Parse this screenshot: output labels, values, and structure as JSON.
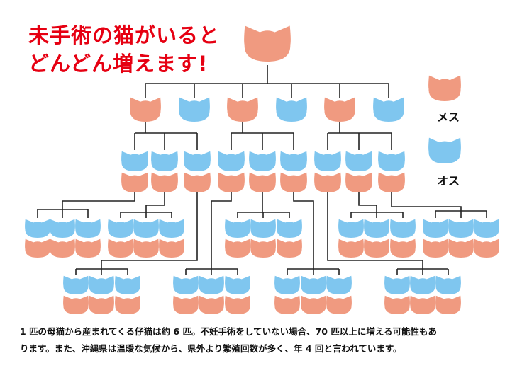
{
  "title": {
    "line1": "未手術の猫がいると",
    "line2": "どんどん増えます!"
  },
  "legend": {
    "female_label": "メス",
    "male_label": "オス"
  },
  "colors": {
    "female": "#f09a80",
    "male": "#7fc6ef",
    "title": "#e60012",
    "line": "#222222"
  },
  "icons": {
    "female": "cat-face-female-icon",
    "male": "cat-face-male-icon"
  },
  "description": {
    "line1": "1 匹の母猫から産まれてくる仔猫は約 6 匹。不妊手術をしていない場合、70 匹以上に増える可能性もあ",
    "line2": "ります。また、沖縄県は温暖な気候から、県外より繁殖回数が多く、年 4 回と言われています。"
  }
}
